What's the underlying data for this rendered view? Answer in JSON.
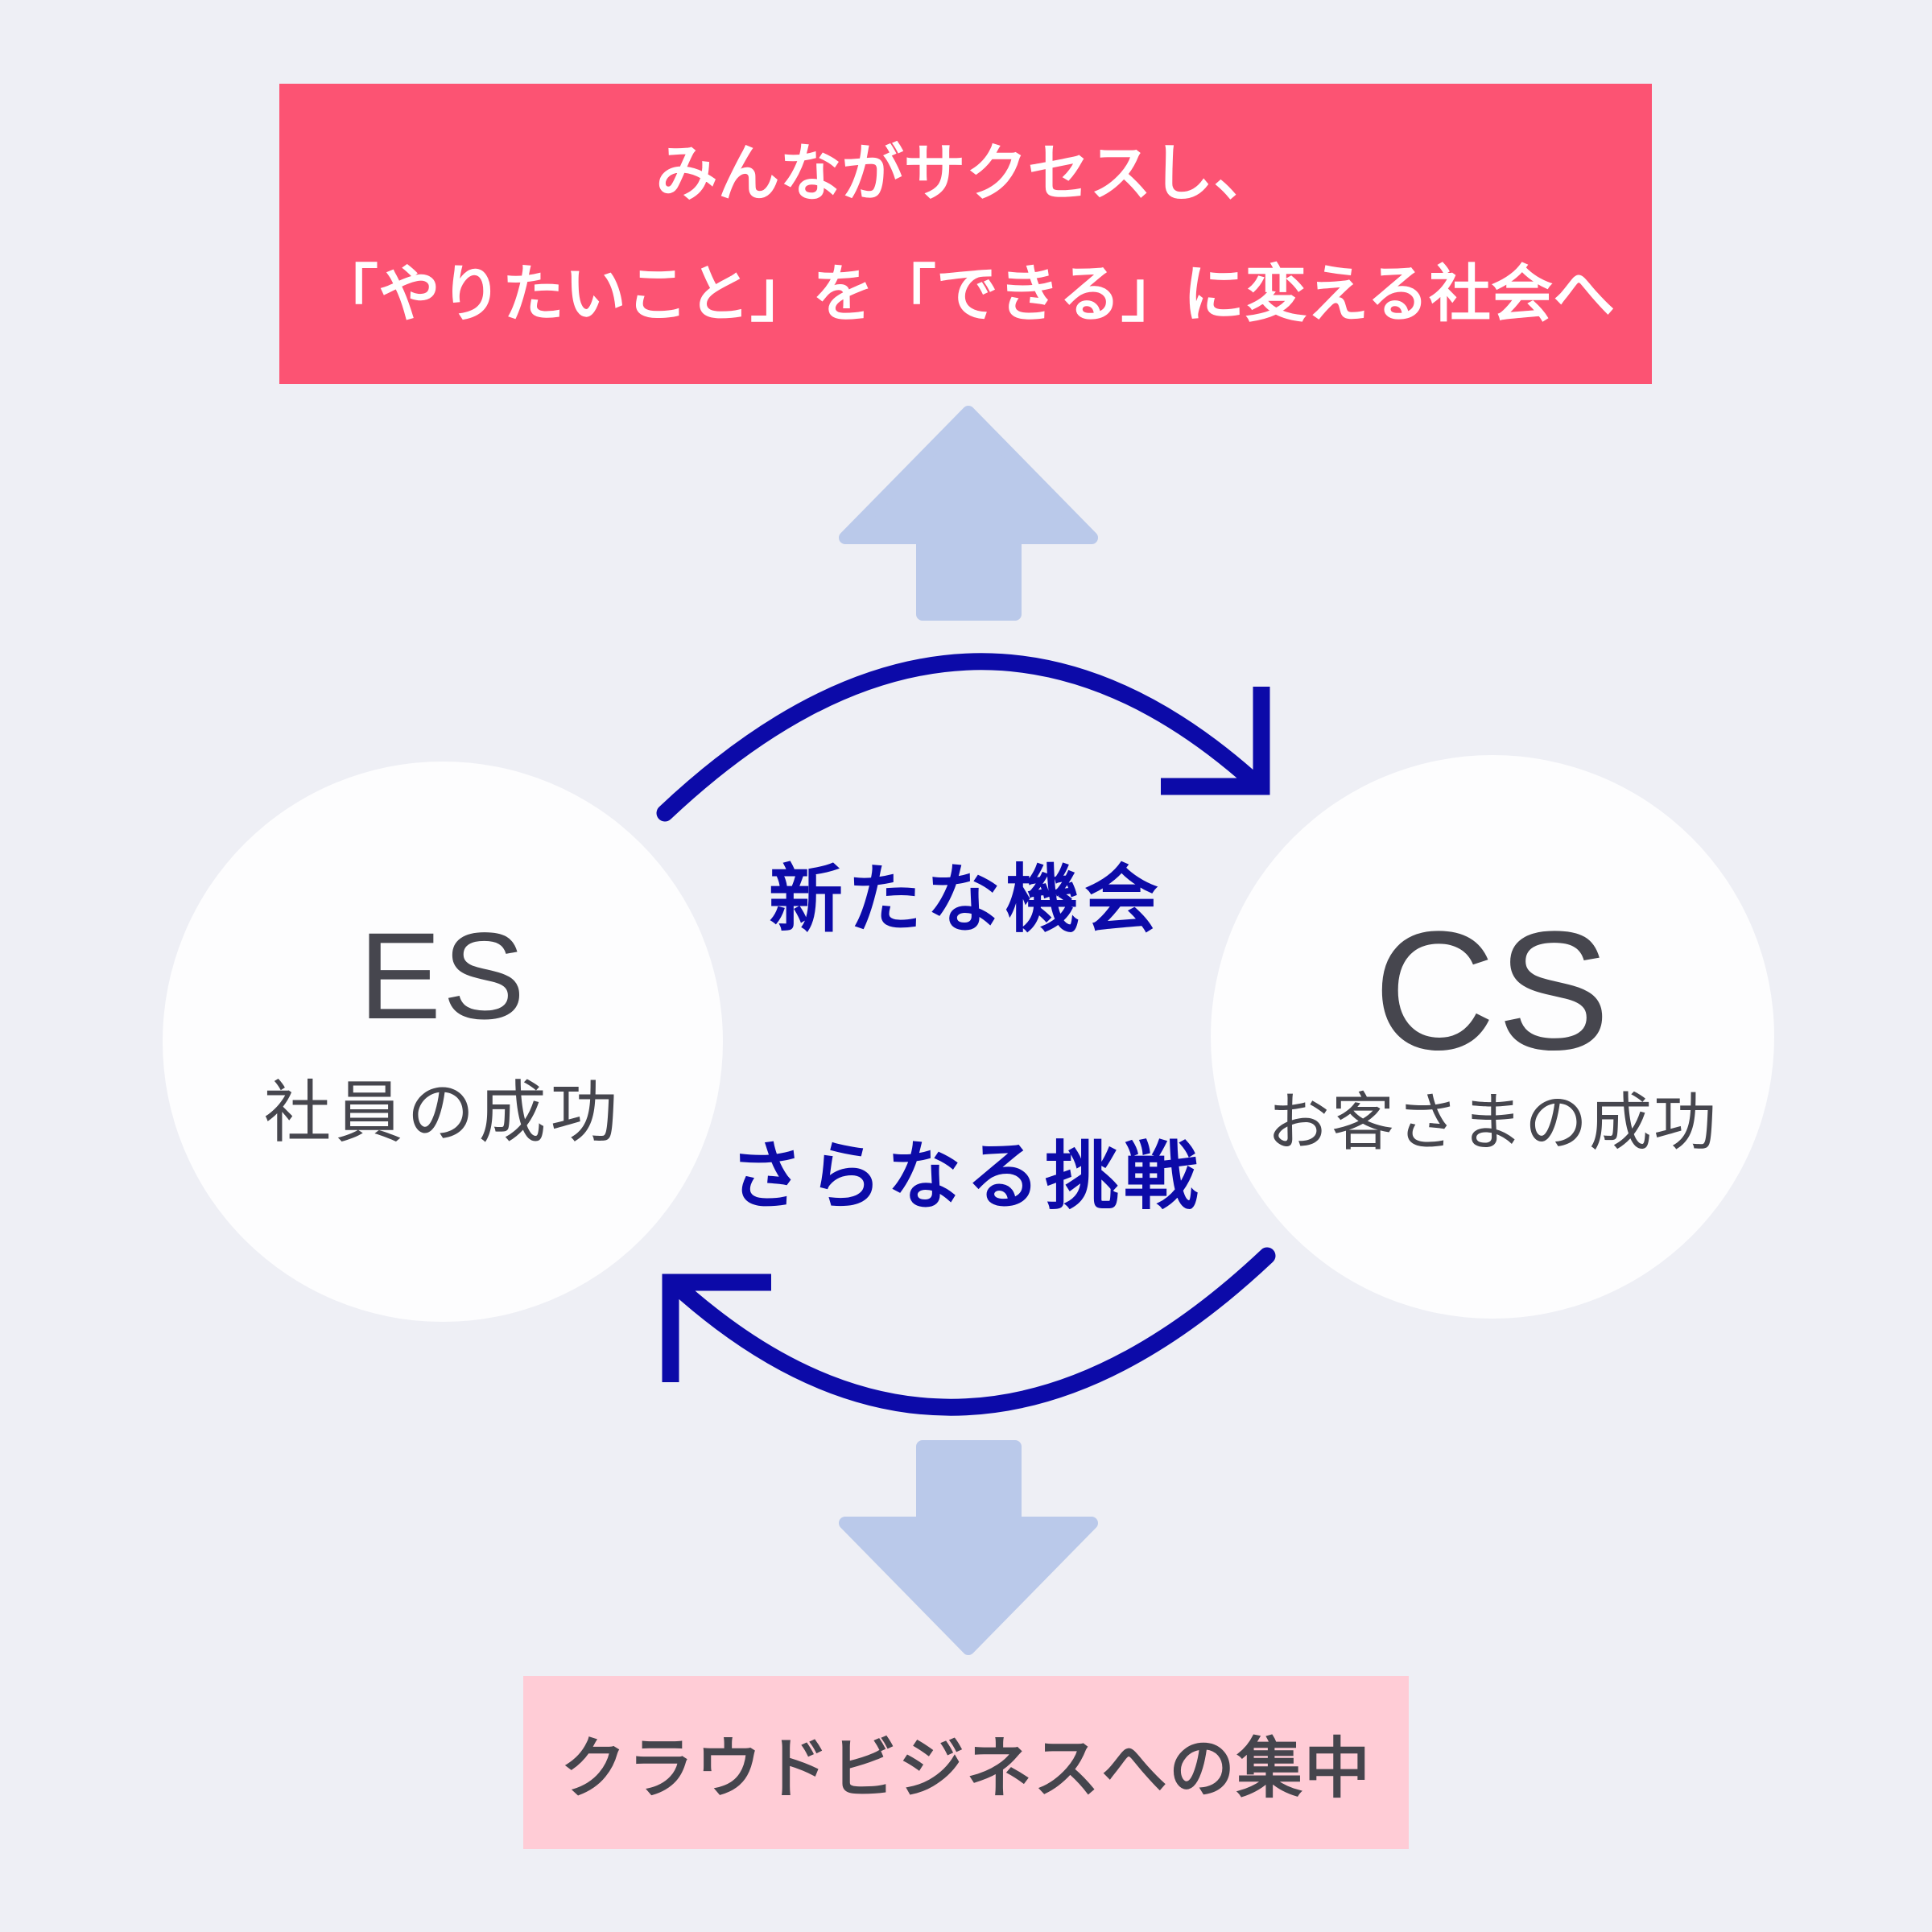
{
  "colors": {
    "background": "#eeeff5",
    "vision_banner_bg": "#fc5373",
    "vision_banner_text": "#ffffff",
    "focus_banner_bg": "#ffccd6",
    "dark_text": "#46464e",
    "cycle_navy": "#0c0aa8",
    "block_arrow_blue": "#bac9ea",
    "circle_fill": "#fdfdfe"
  },
  "vision_banner": {
    "line1": "みんながサクセスし、",
    "line2": "「やりたいこと」を「できる」に変える社会へ"
  },
  "es_circle": {
    "abbr": "ES",
    "label": "社員の成功"
  },
  "cs_circle": {
    "abbr": "CS",
    "label": "お客さまの成功"
  },
  "cycle": {
    "top_label": "新たな機会",
    "bottom_label": "さらなる挑戦"
  },
  "focus_banner": {
    "label": "クラウドビジネスへの集中"
  }
}
